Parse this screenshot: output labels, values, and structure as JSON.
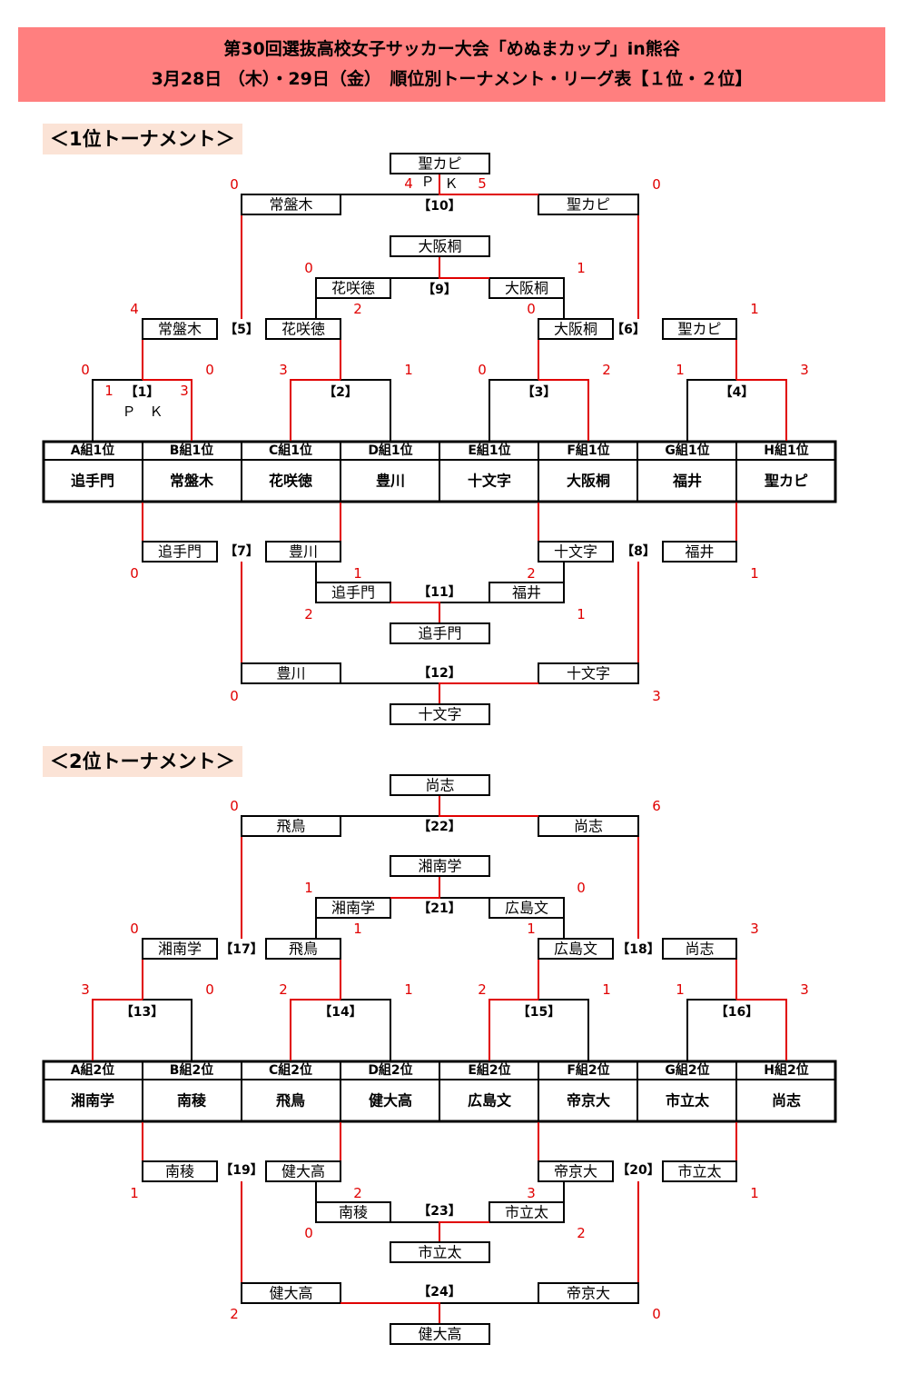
{
  "header": {
    "title_line1": "第30回選抜高校女子サッカー大会「めぬまカップ」in熊谷",
    "title_line2": "3月28日 （木）・29日（金）　順位別トーナメント・リーグ表【１位・２位】"
  },
  "sections": {
    "first": "＜1位トーナメント＞",
    "second": "＜2位トーナメント＞"
  },
  "colors": {
    "header_bg": "#ff7f7f",
    "label_bg": "#fbe3d6",
    "win_line": "#e00000",
    "line": "#000000",
    "score": "#e00000"
  },
  "tournament1": {
    "groups": [
      "A組1位",
      "B組1位",
      "C組1位",
      "D組1位",
      "E組1位",
      "F組1位",
      "G組1位",
      "H組1位"
    ],
    "teams": [
      "追手門",
      "常盤木",
      "花咲徳",
      "豊川",
      "十文字",
      "大阪桐",
      "福井",
      "聖カピ"
    ],
    "matches": {
      "m1": {
        "no": "【1】",
        "left": "1",
        "right": "3",
        "outer_left": "0",
        "outer_right": "0",
        "pk": "Ｐ　Ｋ"
      },
      "m2": {
        "no": "【2】",
        "outer_left": "3",
        "outer_right": "1"
      },
      "m3": {
        "no": "【3】",
        "outer_left": "0",
        "outer_right": "2"
      },
      "m4": {
        "no": "【4】",
        "outer_left": "1",
        "outer_right": "3"
      },
      "m5": {
        "no": "【5】",
        "left_team": "常盤木",
        "right_team": "花咲徳",
        "left_score": "4",
        "right_score": "2"
      },
      "m6": {
        "no": "【6】",
        "left_team": "大阪桐",
        "right_team": "聖カピ",
        "left_score": "0",
        "right_score": "1"
      },
      "m7": {
        "no": "【7】",
        "left_team": "追手門",
        "right_team": "豊川",
        "left_score": "0",
        "right_score": "1"
      },
      "m8": {
        "no": "【8】",
        "left_team": "十文字",
        "right_team": "福井",
        "left_score": "2",
        "right_score": "1"
      },
      "m9": {
        "no": "【9】",
        "left_team": "花咲徳",
        "right_team": "大阪桐",
        "left_score": "0",
        "right_score": "1",
        "winner": "大阪桐"
      },
      "m10": {
        "no": "【10】",
        "left_team": "常盤木",
        "right_team": "聖カピ",
        "left_score": "0",
        "right_score": "0",
        "pk_left": "4",
        "pk_right": "5",
        "pk_label_p": "Ｐ",
        "pk_label_k": "Ｋ",
        "winner": "聖カピ"
      },
      "m11": {
        "no": "【11】",
        "left_team": "追手門",
        "right_team": "福井",
        "left_score": "2",
        "right_score": "1",
        "winner": "追手門"
      },
      "m12": {
        "no": "【12】",
        "left_team": "豊川",
        "right_team": "十文字",
        "left_score": "0",
        "right_score": "3",
        "winner": "十文字"
      }
    }
  },
  "tournament2": {
    "groups": [
      "A組2位",
      "B組2位",
      "C組2位",
      "D組2位",
      "E組2位",
      "F組2位",
      "G組2位",
      "H組2位"
    ],
    "teams": [
      "湘南学",
      "南稜",
      "飛鳥",
      "健大高",
      "広島文",
      "帝京大",
      "市立太",
      "尚志"
    ],
    "matches": {
      "m13": {
        "no": "【13】",
        "outer_left": "3",
        "outer_right": "0"
      },
      "m14": {
        "no": "【14】",
        "outer_left": "2",
        "outer_right": "1"
      },
      "m15": {
        "no": "【15】",
        "outer_left": "2",
        "outer_right": "1"
      },
      "m16": {
        "no": "【16】",
        "outer_left": "1",
        "outer_right": "3"
      },
      "m17": {
        "no": "【17】",
        "left_team": "湘南学",
        "right_team": "飛鳥",
        "left_score": "0",
        "right_score": "1"
      },
      "m18": {
        "no": "【18】",
        "left_team": "広島文",
        "right_team": "尚志",
        "left_score": "1",
        "right_score": "3"
      },
      "m19": {
        "no": "【19】",
        "left_team": "南稜",
        "right_team": "健大高",
        "left_score": "1",
        "right_score": "2"
      },
      "m20": {
        "no": "【20】",
        "left_team": "帝京大",
        "right_team": "市立太",
        "left_score": "3",
        "right_score": "1"
      },
      "m21": {
        "no": "【21】",
        "left_team": "湘南学",
        "right_team": "広島文",
        "left_score": "1",
        "right_score": "0",
        "winner": "湘南学"
      },
      "m22": {
        "no": "【22】",
        "left_team": "飛鳥",
        "right_team": "尚志",
        "left_score": "0",
        "right_score": "6",
        "winner": "尚志"
      },
      "m23": {
        "no": "【23】",
        "left_team": "南稜",
        "right_team": "市立太",
        "left_score": "0",
        "right_score": "2",
        "winner": "市立太"
      },
      "m24": {
        "no": "【24】",
        "left_team": "健大高",
        "right_team": "帝京大",
        "left_score": "2",
        "right_score": "0",
        "winner": "健大高"
      }
    }
  }
}
